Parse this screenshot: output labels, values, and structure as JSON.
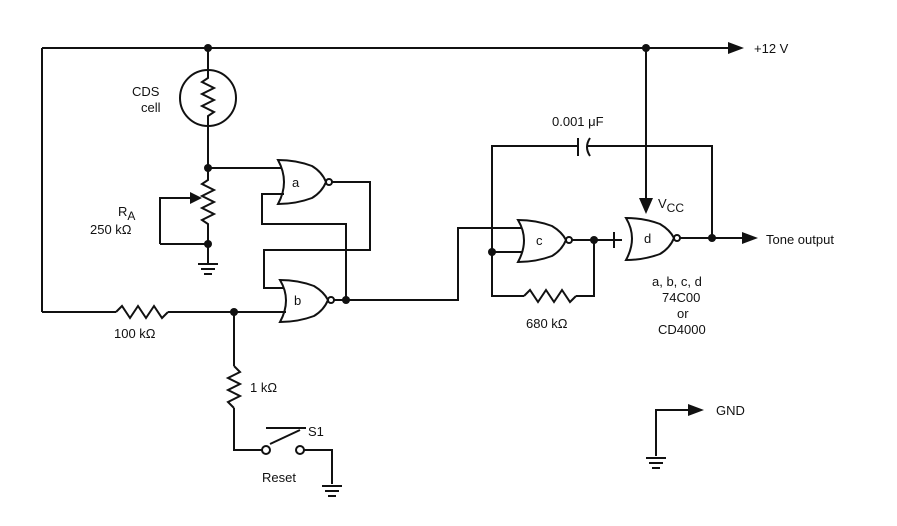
{
  "labels": {
    "vplus": "+12 V",
    "cds_line1": "CDS",
    "cds_line2": "cell",
    "ra_main": "R",
    "ra_sub": "A",
    "ra_value": "250 kΩ",
    "r100": "100 kΩ",
    "r1k": "1 kΩ",
    "s1": "S1",
    "reset": "Reset",
    "cap": "0.001 μF",
    "vcc_main": "V",
    "vcc_sub": "CC",
    "tone": "Tone output",
    "r680": "680 kΩ",
    "gates": [
      "a, b, c, d",
      "74C00",
      "or",
      "CD4000"
    ],
    "gnd": "GND"
  },
  "gate_names": {
    "a": "a",
    "b": "b",
    "c": "c",
    "d": "d"
  }
}
